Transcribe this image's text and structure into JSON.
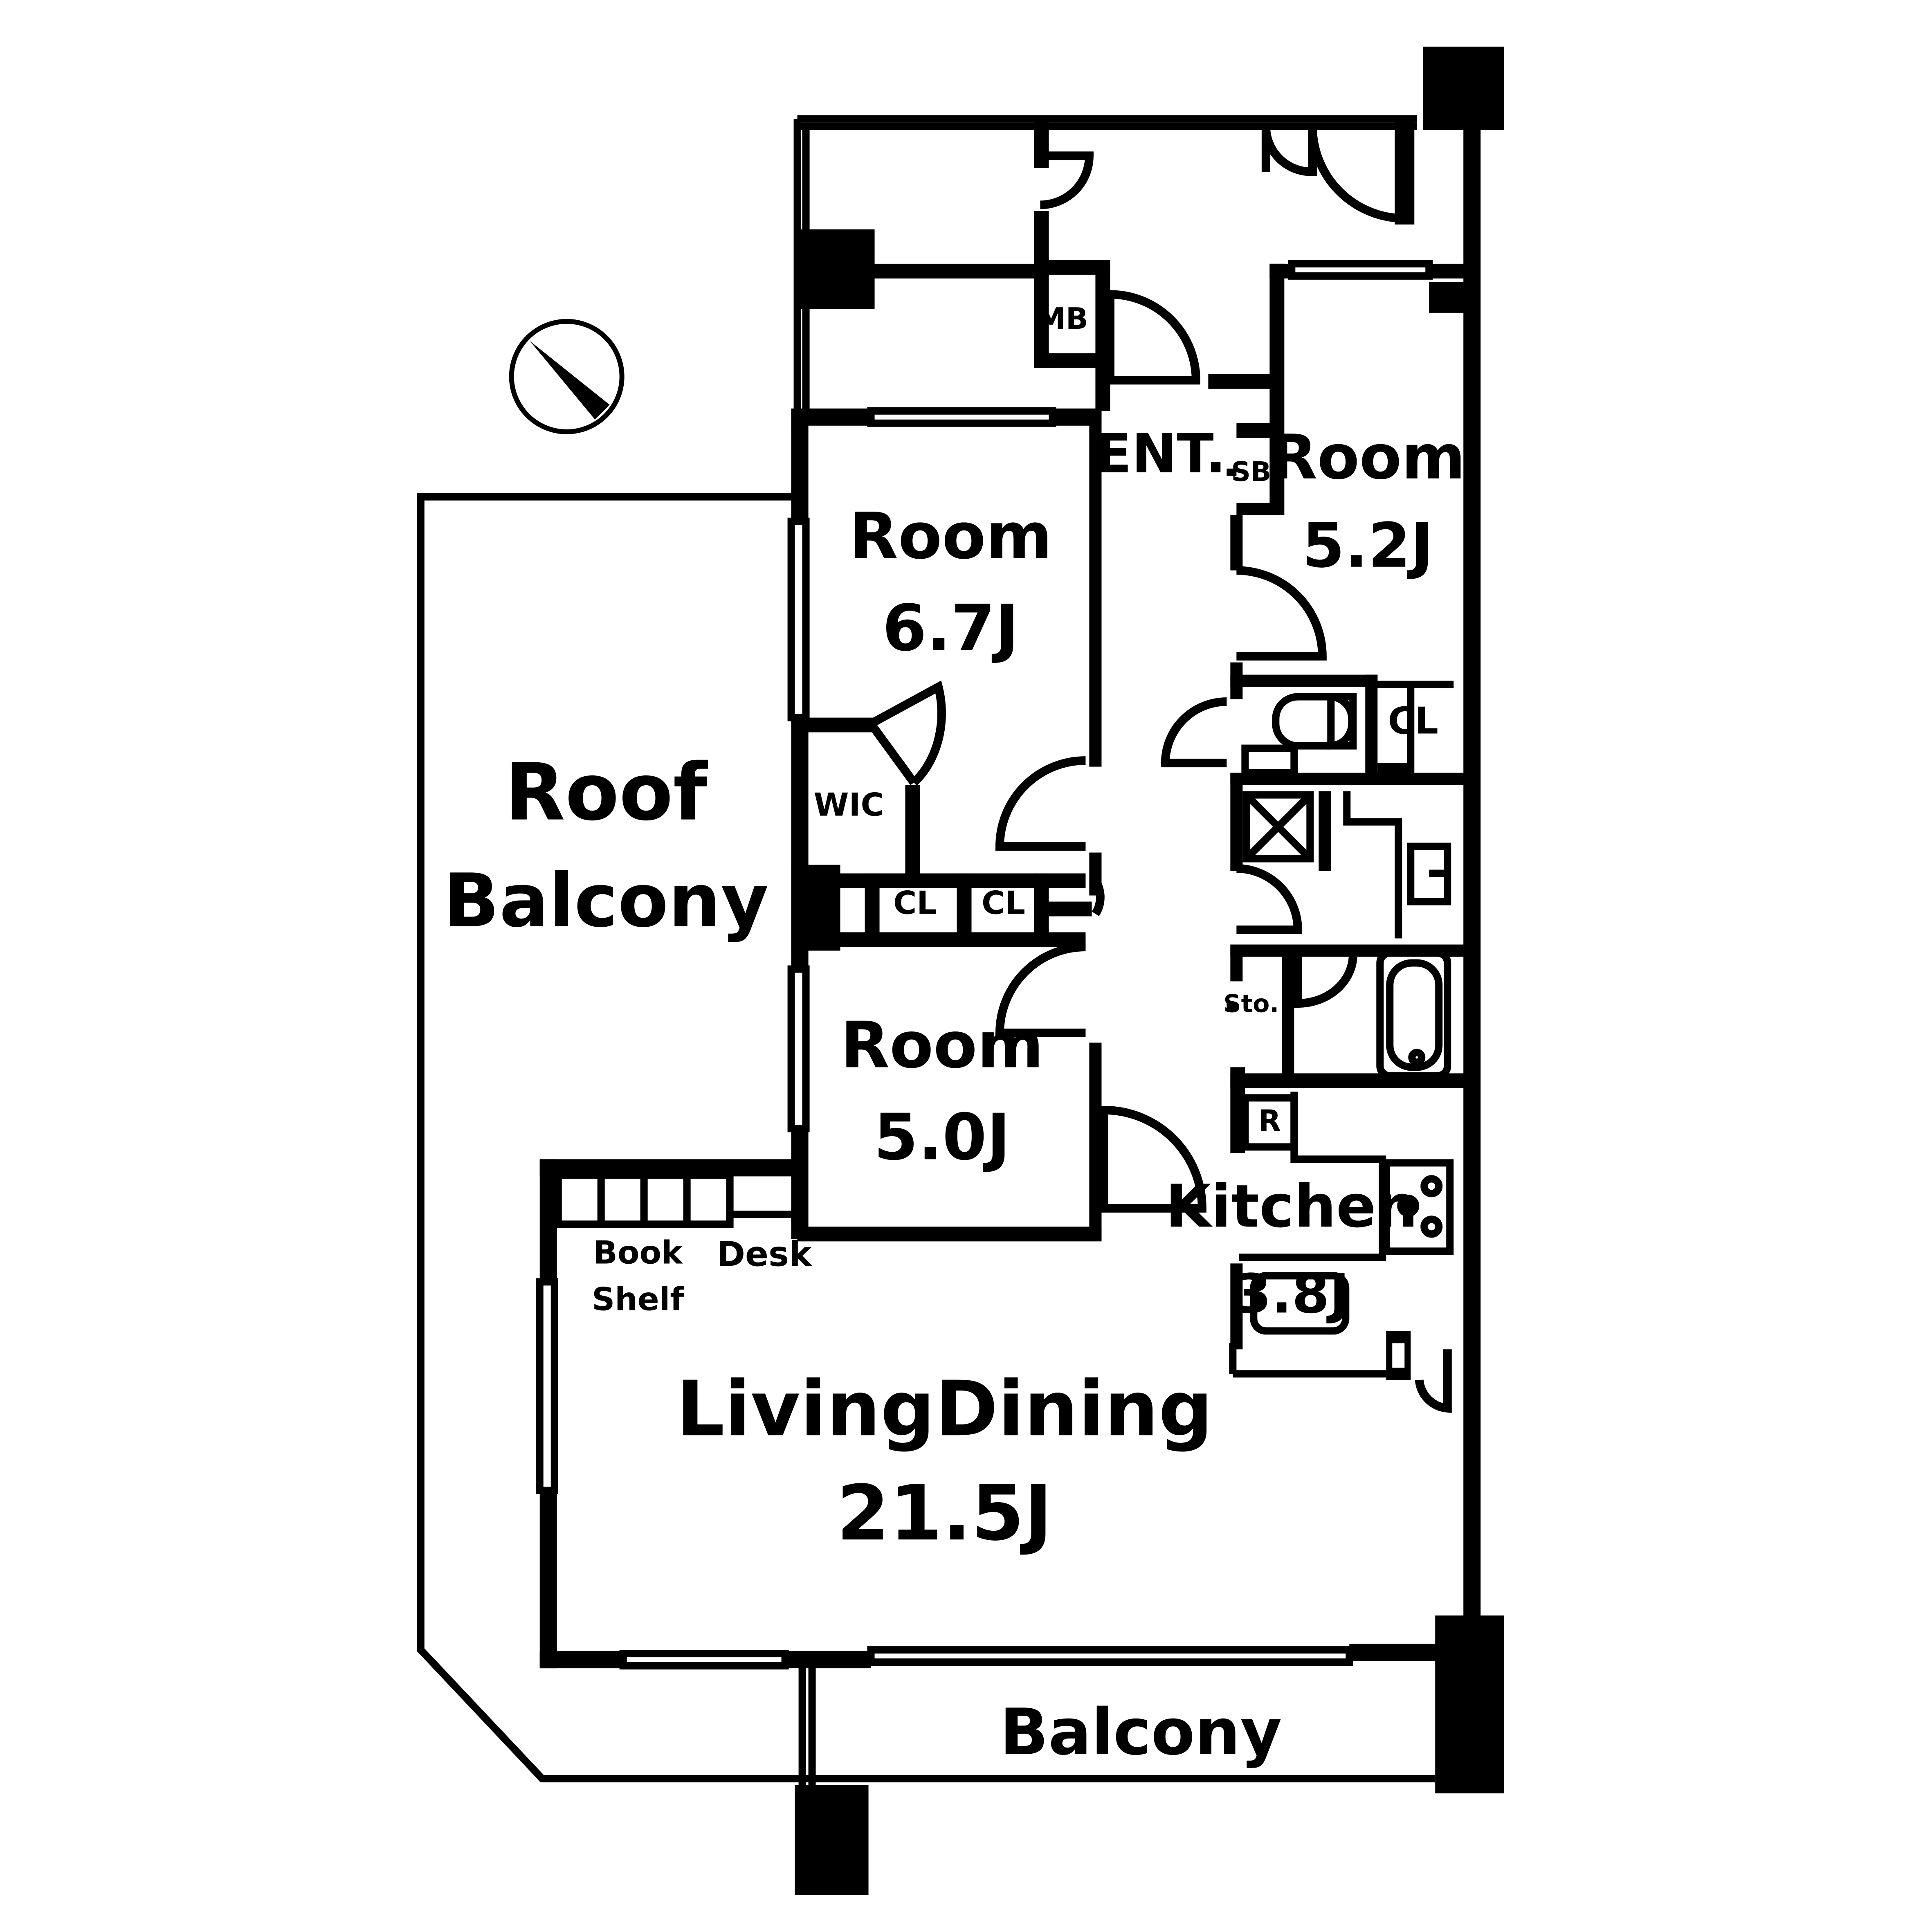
{
  "labels": {
    "roof_balcony_1": "Roof",
    "roof_balcony_2": "Balcony",
    "room_a_1": "Room",
    "room_a_2": "6.7J",
    "room_b_1": "Room",
    "room_b_2": "5.0J",
    "room_c_1": "Room",
    "room_c_2": "5.2J",
    "entrance": "ENT.",
    "mb": "MB",
    "sb": "SB",
    "wic": "WIC",
    "cl_1": "CL",
    "cl_2": "CL",
    "cl_3": "CL",
    "sto": "Sto.",
    "fridge": "R",
    "kitchen_1": "Kitchen",
    "kitchen_2": "3.8J",
    "book_1": "Book",
    "book_2": "Shelf",
    "desk": "Desk",
    "living_1": "LivingDining",
    "living_2": "21.5J",
    "balcony": "Balcony"
  },
  "colors": {
    "ink": "#000000",
    "paper": "#ffffff"
  },
  "icons": {
    "north": "compass-north-arrow-icon"
  }
}
